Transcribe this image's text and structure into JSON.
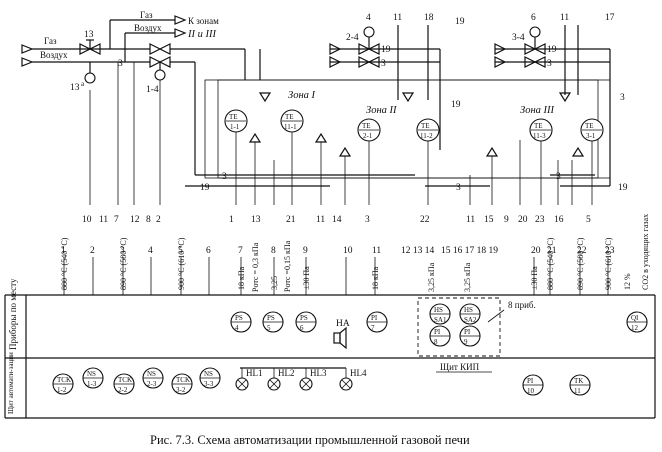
{
  "flows": {
    "gas": "Газ",
    "air": "Воздух",
    "to_zones": "К зонам",
    "zones_suffix": "II и III"
  },
  "zones": [
    "Зона I",
    "Зона II",
    "Зона III"
  ],
  "field_instruments": [
    {
      "id": "te11",
      "func": "TE",
      "tag": "1-1"
    },
    {
      "id": "te111",
      "func": "TE",
      "tag": "11-1"
    },
    {
      "id": "te21",
      "func": "TE",
      "tag": "2-1"
    },
    {
      "id": "te112",
      "func": "TE",
      "tag": "11-2"
    },
    {
      "id": "te113",
      "func": "TE",
      "tag": "11-3"
    },
    {
      "id": "te31",
      "func": "TE",
      "tag": "3-1"
    }
  ],
  "valves": [
    "13",
    "13а",
    "1-4",
    "2-4",
    "3-4",
    "4",
    "6"
  ],
  "line_numbers": {
    "top": [
      "11",
      "18",
      "19",
      "11",
      "17",
      "4",
      "6",
      "3",
      "3",
      "19",
      "19",
      "3",
      "19",
      "3",
      "19"
    ],
    "bottom": [
      "10",
      "11",
      "7",
      "12",
      "8",
      "2",
      "1",
      "13",
      "21",
      "11",
      "14",
      "3",
      "22",
      "11",
      "15",
      "9",
      "20",
      "23",
      "16",
      "5"
    ]
  },
  "panel_columns": [
    {
      "pos": "1",
      "spec": "880 °C (540 °C)"
    },
    {
      "pos": "2",
      "spec": ""
    },
    {
      "pos": "3",
      "spec": "890 °C (580 °C)"
    },
    {
      "pos": "4",
      "spec": ""
    },
    {
      "pos": "5",
      "spec": "900 °C (610 °C)"
    },
    {
      "pos": "6",
      "spec": ""
    },
    {
      "pos": "7",
      "spec": "18 кПа"
    },
    {
      "pos": "8",
      "spec": "3,25"
    },
    {
      "pos": "9",
      "spec": "±30 Па"
    },
    {
      "pos": "10",
      "spec": ""
    },
    {
      "pos": "11",
      "spec": "18 кПа"
    },
    {
      "pos": "20",
      "spec": "±30 Па"
    },
    {
      "pos": "21",
      "spec": "880 °C (540 °C)"
    },
    {
      "pos": "22",
      "spec": "890 °C (580 °C)"
    },
    {
      "pos": "23",
      "spec": "900 °C (610 °C)"
    }
  ],
  "aux_specs": {
    "pgas1": "Pотс = 0,3 кПа",
    "pgas2": "Pотс =0,15 кПа",
    "kpa1": "кПа",
    "kpa2": "кПа",
    "v325a": "3,25",
    "v325b": "3,25",
    "co2": "12 %",
    "co2_label": "CO2 в уходящих газах",
    "group_a": "12 13 14",
    "group_b": "15 16 17 18 19"
  },
  "rows": {
    "local": "Приборы по месту",
    "panel": "Щит автомати-зации"
  },
  "panel_instruments": [
    {
      "func": "PS",
      "tag": "4"
    },
    {
      "func": "PS",
      "tag": "5"
    },
    {
      "func": "PS",
      "tag": "6"
    },
    {
      "func": "PI",
      "tag": "7"
    },
    {
      "func": "HS",
      "tag": "SA1"
    },
    {
      "func": "HS",
      "tag": "SA2"
    },
    {
      "func": "PI",
      "tag": "8"
    },
    {
      "func": "PI",
      "tag": "9"
    },
    {
      "func": "QI",
      "tag": "12"
    },
    {
      "func": "TCK",
      "tag": "1-2"
    },
    {
      "func": "NS",
      "tag": "1-3"
    },
    {
      "func": "TCK",
      "tag": "2-2"
    },
    {
      "func": "NS",
      "tag": "2-3"
    },
    {
      "func": "TCK",
      "tag": "3-2"
    },
    {
      "func": "NS",
      "tag": "3-3"
    },
    {
      "func": "PI",
      "tag": "10"
    },
    {
      "func": "TK",
      "tag": "11"
    }
  ],
  "horn": "HA",
  "lamps": [
    "HL1",
    "HL2",
    "HL3",
    "HL4"
  ],
  "kip_note": "8 приб.",
  "kip_panel": "Щит КИП",
  "caption": "Рис. 7.3. Схема автоматизации промышленной газовой печи"
}
